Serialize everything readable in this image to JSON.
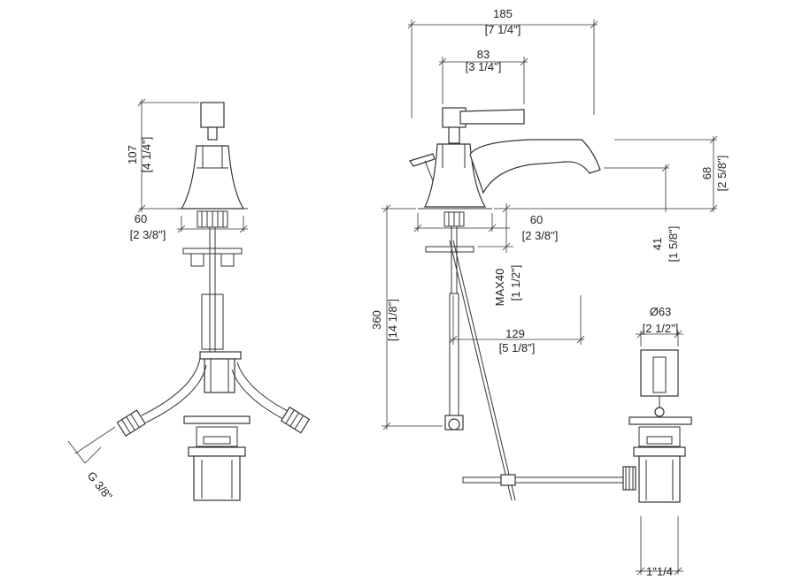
{
  "dimensions": {
    "left_height_mm": "107",
    "left_height_in": "[4 1/4\"]",
    "left_width_mm": "60",
    "left_width_in": "[2 3/8\"]",
    "thread_left": "G 3/8\"",
    "top_width_mm": "185",
    "top_width_in": "[7 1/4\"]",
    "handle_width_mm": "83",
    "handle_width_in": "[3 1/4\"]",
    "spout_height_mm": "68",
    "spout_height_in": "[2 5/8\"]",
    "spout_clear_mm": "41",
    "spout_clear_in": "[1 5/8\"]",
    "base_width_mm": "60",
    "base_width_in": "[2 3/8\"]",
    "max_label": "MAX40",
    "max_in": "[1 1/2\"]",
    "total_height_mm": "360",
    "total_height_in": "[14 1/8\"]",
    "rod_length_mm": "129",
    "rod_length_in": "[5 1/8\"]",
    "drain_diameter_mm": "Ø63",
    "drain_diameter_in": "[2 1/2\"]",
    "drain_thread": "1\"1/4"
  }
}
